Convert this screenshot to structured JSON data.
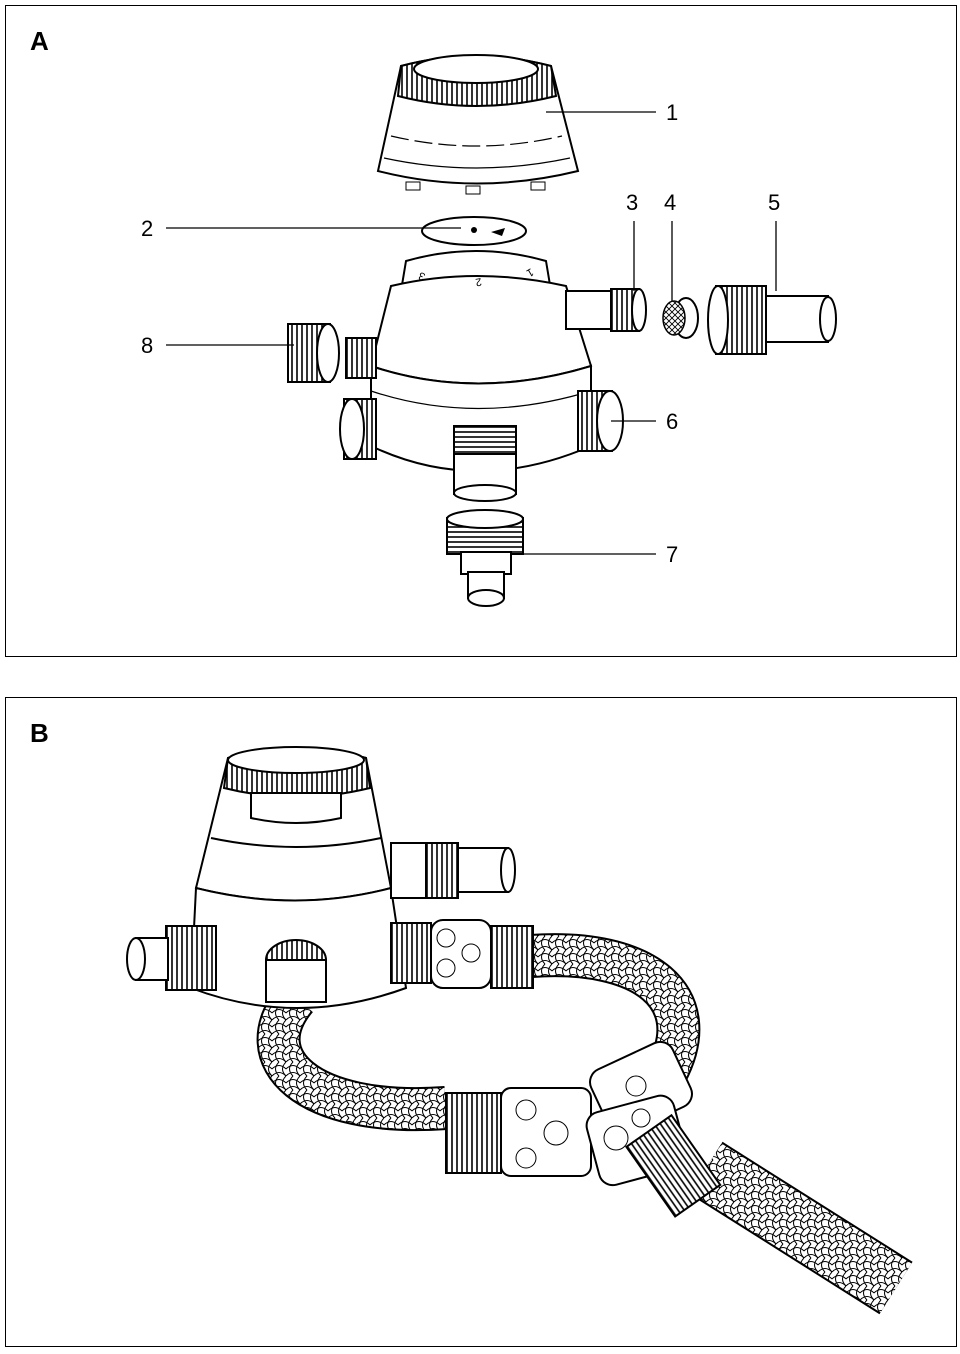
{
  "panel_a": {
    "letter": "A",
    "callouts": [
      "1",
      "2",
      "3",
      "4",
      "5",
      "6",
      "7",
      "8"
    ],
    "dial_numbers": [
      "3",
      "2",
      "1"
    ]
  },
  "panel_b": {
    "letter": "B"
  }
}
